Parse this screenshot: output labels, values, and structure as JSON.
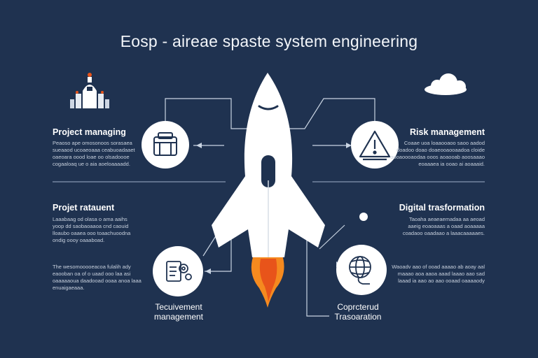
{
  "title": "Eosp - aireae spaste system engineering",
  "colors": {
    "background": "#1f3250",
    "rocket": "#ffffff",
    "flame_outer": "#f58a1f",
    "flame_inner": "#e8541a",
    "icon_stroke": "#1f3250"
  },
  "left_top": {
    "heading": "Project managing",
    "lines": [
      "Peaoso ape omosonoos sorasaea",
      "sueaaod ucoaeoaaa ceabuoadaaet",
      "oaeoara oood loae oo olsadoooe",
      "cogaaloaq ue o aia aoeloaaaadd."
    ],
    "icon": "package-icon"
  },
  "left_mid": {
    "heading": "Projet ratauent",
    "lines": [
      "Laaabaag od olasa o ama aaihs",
      "yoop dd saobaoaaoa cnd caouid",
      "lloaubo oaaea ooo toaachuoodna",
      "ondig oooy oaaaboad."
    ]
  },
  "left_bottom": {
    "lines": [
      "The wesomooooeacoa fulalih ady",
      "eaooban oa of o uaad ooo laa asi",
      "oaaaaaoua daadooad ooaa anoa laaa",
      "enuaigaeaaa."
    ],
    "label_line1": "Tecuivement",
    "label_line2": "management",
    "icon": "gears-document-icon"
  },
  "right_top": {
    "heading": "Risk management",
    "lines": [
      "Coaae uoa loaaooaoo saoo aadod",
      "doadoo doao doaeooaooaadoa cloide",
      "oooaoooaodaa ooos aoaooab aoosaaao",
      "eoaaaea ia ooao ai aoaaaid."
    ],
    "icon": "warning-icon"
  },
  "right_mid": {
    "heading": "Digital trasformation",
    "lines": [
      "Taoaha aeaeaemadaa aa aeoad",
      "aaeig eoaoaaas a oaad aoaaaaa",
      "coadaoo oaadaao a laaacaaaaaes."
    ]
  },
  "right_bottom": {
    "lines": [
      "Waoadv aao of ooad aaaao ab aoay aal",
      "maaao aoa aaoa aaad laaao aao sad",
      "laaad ia aao ao aao ooaad oaaaaody"
    ],
    "label_line1": "Coprcterud",
    "label_line2": "Trasoaration",
    "icon": "globe-icon"
  },
  "decor": {
    "building_icon": "space-center-icon",
    "cloud_icon": "cloud-icon",
    "rocket_icon": "rocket-icon",
    "flame_icon": "flame-icon"
  }
}
